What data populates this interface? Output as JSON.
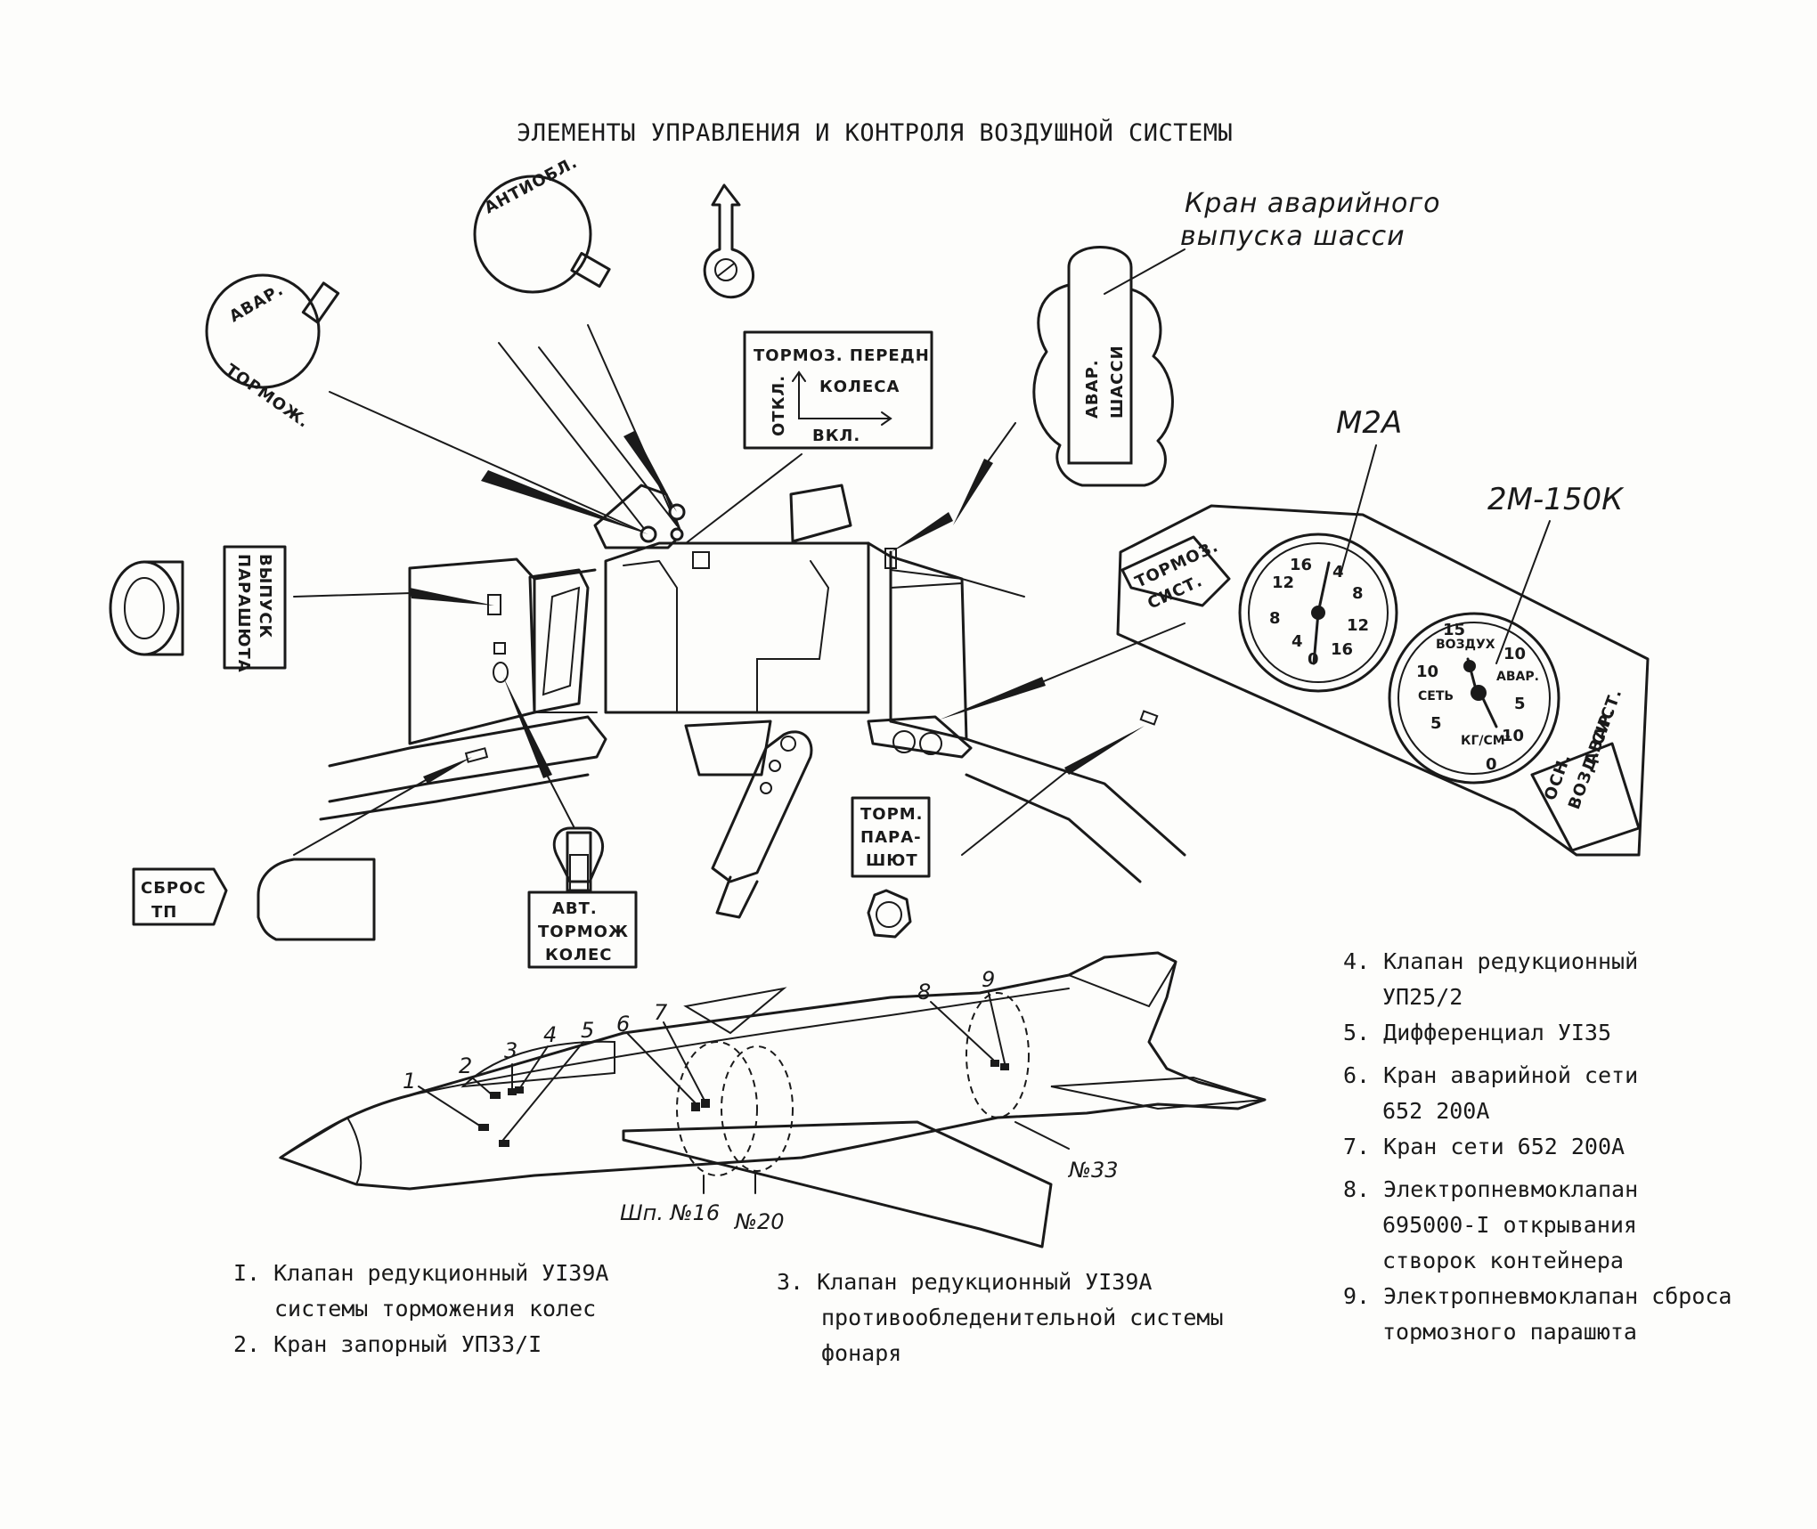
{
  "title": "ЭЛЕМЕНТЫ УПРАВЛЕНИЯ И КОНТРОЛЯ ВОЗДУШНОЙ СИСТЕМЫ",
  "annotations": {
    "crane_line1": "Кран аварийного",
    "crane_line2": "выпуска шасси",
    "m2a": "М2А",
    "m150k": "2М-150К"
  },
  "plates": {
    "antiobl": "АНТИОБЛ.",
    "avar": "АВАР.",
    "tormozh": "ТОРМОЖ.",
    "front_brake_1": "ТОРМОЗ. ПЕРЕДН",
    "front_brake_2": "КОЛЕСА",
    "front_brake_off": "ОТКЛ.",
    "front_brake_on": "ВКЛ.",
    "gear_1": "АВАР.",
    "gear_2": "ШАССИ",
    "chute_1": "ВЫПУСК",
    "chute_2": "ПАРАШЮТА",
    "drop_1": "СБРОС",
    "drop_2": "ТП",
    "auto_1": "АВТ.",
    "auto_2": "ТОРМОЖ",
    "auto_3": "КОЛЕС",
    "brakechute_1": "ТОРМ.",
    "brakechute_2": "ПАРА-",
    "brakechute_3": "ШЮТ",
    "brake_sys_1": "ТОРМОЗ.",
    "brake_sys_2": "СИСТ.",
    "avar_panel": "АВАР.",
    "main_1": "ОСН.",
    "main_2": "ВОЗД. СИСТ."
  },
  "gauge_m2a": {
    "ticks_left": [
      "16",
      "12",
      "8",
      "4",
      "0"
    ],
    "ticks_right": [
      "4",
      "8",
      "12",
      "16"
    ]
  },
  "gauge_150k": {
    "ticks": [
      "15",
      "10",
      "5",
      "0",
      "10",
      "5",
      "10"
    ],
    "label_air": "ВОЗДУХ",
    "label_net": "СЕТЬ",
    "label_avar": "АВАР.",
    "label_unit": "КГ/СМ²"
  },
  "aircraft": {
    "callouts": [
      "1",
      "2",
      "3",
      "4",
      "5",
      "6",
      "7",
      "8",
      "9"
    ],
    "frames": [
      "Шп. №16",
      "№20",
      "№33"
    ]
  },
  "legend": {
    "item1_a": "I. Клапан редукционный УI39А",
    "item1_b": "системы торможения колес",
    "item2": "2. Кран запорный УП33/I",
    "item3_a": "3. Клапан редукционный УI39А",
    "item3_b": "противообледенительной системы",
    "item3_c": "фонаря",
    "item4_a": "4. Клапан редукционный",
    "item4_b": "УП25/2",
    "item5": "5. Дифференциал УI35",
    "item6_a": "6. Кран аварийной сети",
    "item6_b": "652 200А",
    "item7": "7. Кран сети 652 200А",
    "item8_a": "8. Электропневмоклапан",
    "item8_b": "695000-I открывания",
    "item8_c": "створок контейнера",
    "item9_a": "9. Электропневмоклапан сброса",
    "item9_b": "тормозного парашюта"
  }
}
